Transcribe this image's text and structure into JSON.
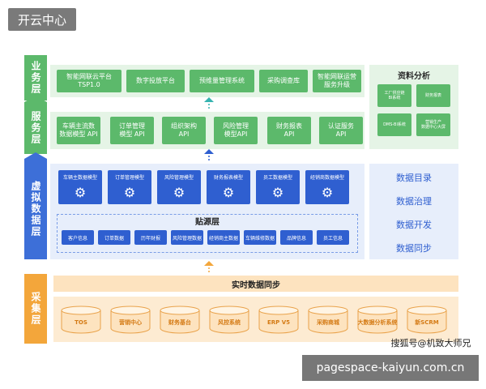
{
  "watermark_top": "开云中心",
  "watermark_bottom": "pagespace-kaiyun.com.cn",
  "credit": "搜狐号@机致大师兄",
  "layers": {
    "business": "业务层",
    "service": "服务层",
    "virtual": "虚拟数据层",
    "collect": "采集层"
  },
  "business_items": [
    "智能网联云平台\nTSP1.0",
    "数字投放平台",
    "预维量管理系统",
    "采购调查库",
    "智能网联运营\n服务升级"
  ],
  "service_items": [
    "车辆主流数\n数据模型 API",
    "订单管理\n模型 API",
    "组织架构\nAPI",
    "风险管理\n模型API",
    "财务报表\nAPI",
    "认证服务\nAPI"
  ],
  "model_items": [
    "车辆主数据模型",
    "订单管理模型",
    "风险管理模型",
    "财务报表模型",
    "员工数据模型",
    "经销商数据模型"
  ],
  "source_layer": {
    "title": "贴源层",
    "chips": [
      "客户信息",
      "订单数据",
      "历年财报",
      "风险管理数据",
      "经销商主数据",
      "车辆维修数据",
      "品牌信息",
      "员工信息"
    ]
  },
  "data_analysis": {
    "title": "资料分析",
    "items": [
      "工厂供应链\nBI系统",
      "财务报表",
      "DMS-BI系统",
      "营销生产\n数据中心大屏"
    ]
  },
  "data_ops": [
    "数据目录",
    "数据治理",
    "数据开发",
    "数据同步"
  ],
  "sync_title": "实时数据同步",
  "sources": [
    "TOS",
    "营销中心",
    "财务基台",
    "风控系统",
    "ERP V5",
    "采购商城",
    "大数据分析系统",
    "新SCRM"
  ],
  "colors": {
    "green": "#5cb96b",
    "blue": "#2f5fd0",
    "orange": "#f3a63b",
    "teal_arrow": "#35b3b0"
  },
  "icons": {
    "gear": "gear-icon",
    "database": "database-icon"
  }
}
